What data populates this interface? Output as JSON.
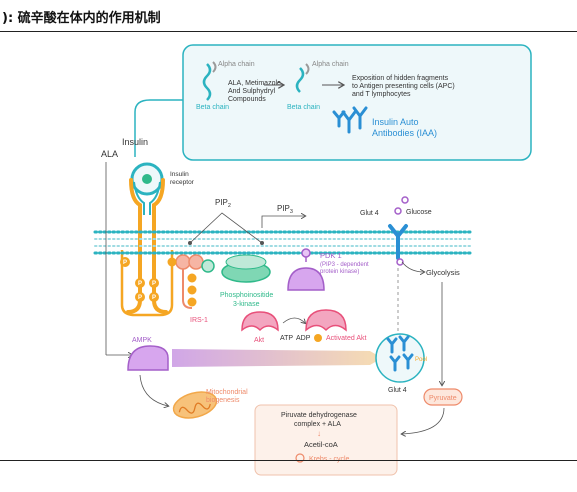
{
  "page_title": "): 硫辛酸在体内的作用机制",
  "labels": {
    "alpha_chain_1": "Alpha chain",
    "beta_chain_1": "Beta chain",
    "ala_compounds_1": "ALA, Metimazole",
    "ala_compounds_2": "And Sulphydryl",
    "ala_compounds_3": "Compounds",
    "alpha_chain_2": "Alpha chain",
    "beta_chain_2": "Beta chain",
    "exposition_1": "Exposition of hidden fragments",
    "exposition_2": "to Antigen presenting cells (APC)",
    "exposition_3": "and T lymphocytes",
    "iaa_1": "Insulin Auto",
    "iaa_2": "Antibodies (IAA)",
    "insulin": "Insulin",
    "ala": "ALA",
    "insulin_receptor_1": "Insulin",
    "insulin_receptor_2": "receptor",
    "pip2": "PIP",
    "pip2_sub": "2",
    "pip3": "PIP",
    "pip3_sub": "3",
    "glut4_top": "Glut 4",
    "glucose": "Glucose",
    "pdk1_1": "PDK 1",
    "pdk1_2": "(PIP3 - dependent",
    "pdk1_3": "protein kinase)",
    "glycolysis": "Glycolysis",
    "pi3k_1": "Phosphoinositide",
    "pi3k_2": "3-kinase",
    "irs1": "IRS-1",
    "akt": "Akt",
    "atp": "ATP",
    "adp": "ADP",
    "activated_akt": "Activated Akt",
    "p": "P",
    "ampk": "AMPK",
    "glut4_bottom": "Glut 4",
    "pool": "Pool",
    "pyruvate": "Pyruvate",
    "mito_1": "Mitochondrial",
    "mito_2": "biogenesis",
    "pdh_1": "Piruvate dehydrogenase",
    "pdh_2": "complex + ALA",
    "arrow_down": "↓",
    "acetil": "Acetil-coA",
    "krebs": "Krebs - cycle"
  },
  "colors": {
    "teal": "#2bb3c0",
    "teal_light": "#e6f6f8",
    "orange": "#f5a623",
    "salmon": "#ee8a6a",
    "pink": "#e8507a",
    "green": "#2fb98a",
    "purple": "#a45fc9",
    "ampk_purple": "#c28be0",
    "blue": "#2a8fd4",
    "mito": "#f2a84a"
  }
}
